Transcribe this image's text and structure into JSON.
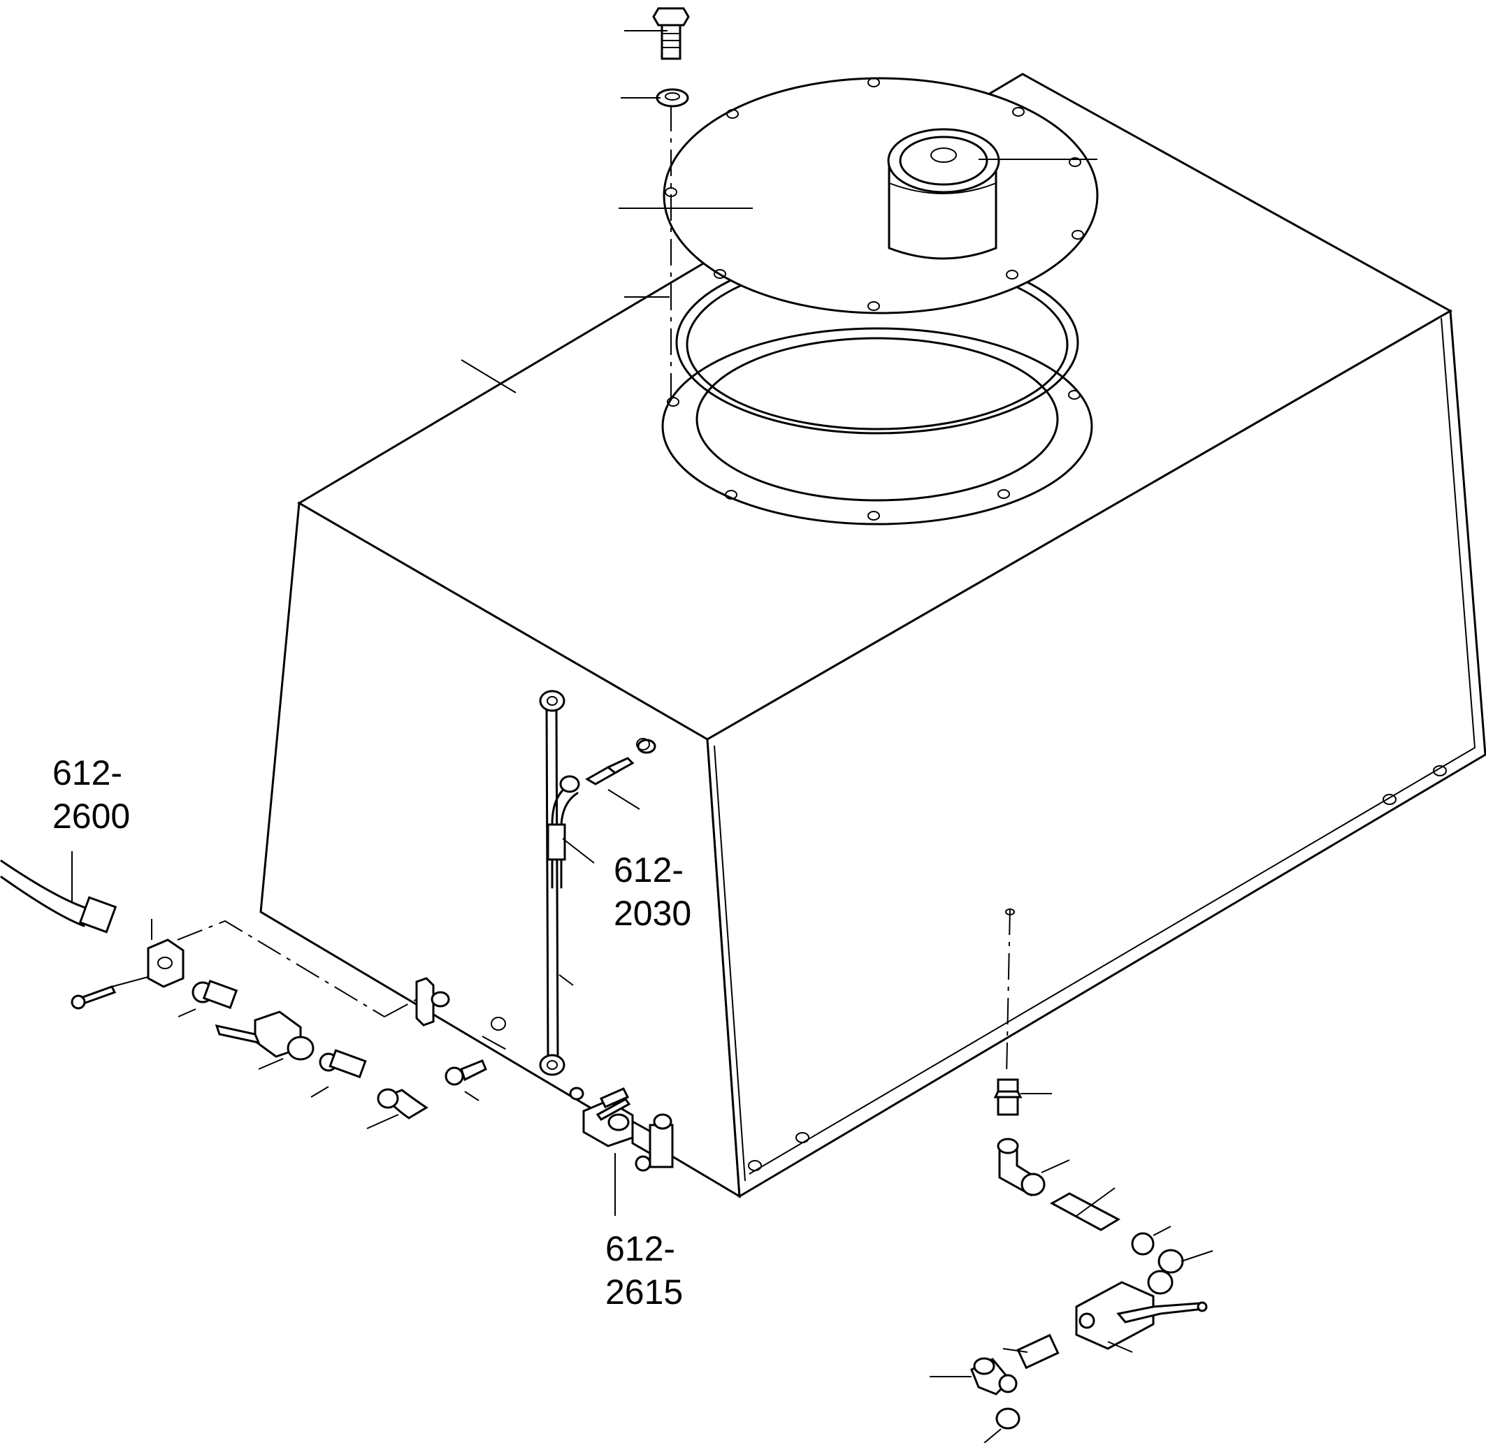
{
  "callouts": {
    "hose": {
      "line1": "612-",
      "line2": "2600"
    },
    "sight_tube": {
      "line1": "612-",
      "line2": "2030"
    },
    "drain_valve": {
      "line1": "612-",
      "line2": "2615"
    }
  }
}
